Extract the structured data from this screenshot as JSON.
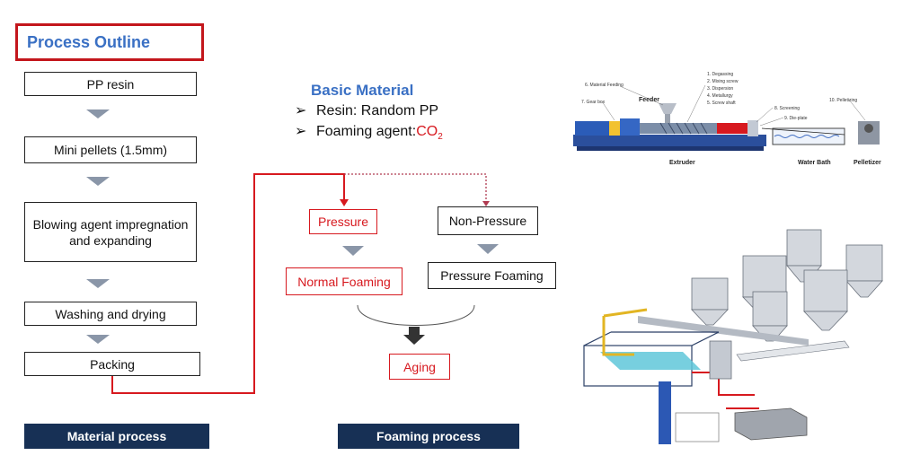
{
  "title": "Process Outline",
  "material_steps": [
    "PP   resin",
    "Mini pellets (1.5mm)",
    "Blowing agent impregnation and expanding",
    "Washing and drying",
    "Packing"
  ],
  "material_footer": "Material process",
  "basic_material": {
    "title": "Basic Material",
    "arrow": "➢",
    "resin": "Resin: Random PP",
    "agent_prefix": "Foaming agent:",
    "agent_chem": "CO",
    "agent_sub": "2"
  },
  "foaming": {
    "pressure": "Pressure",
    "non_pressure": "Non-Pressure",
    "normal_foaming": "Normal Foaming",
    "pressure_foaming": "Pressure Foaming",
    "aging": "Aging"
  },
  "foaming_footer": "Foaming process",
  "extruder_labels": {
    "degassing": "1. Degassing",
    "mixing_screw": "2. Mixing screw",
    "dispersion": "3. Dispersion",
    "metallurgy": "4. Metallurgy",
    "screw_shaft": "5. Screw shaft",
    "material_feeding": "6. Material Feeding",
    "gear_box": "7. Gear box",
    "screening": "8. Screening",
    "die_plate": "9. Die-plate",
    "pelletizing": "10. Pelletizing",
    "feeder": "Feeder",
    "extruder": "Extruder",
    "water_bath": "Water Bath",
    "pelletizer": "Pelletizer"
  },
  "colors": {
    "accent_red": "#d7191f",
    "title_blue": "#3a70c4",
    "footer_navy": "#173055",
    "arrow_gray": "#8a96a8"
  }
}
